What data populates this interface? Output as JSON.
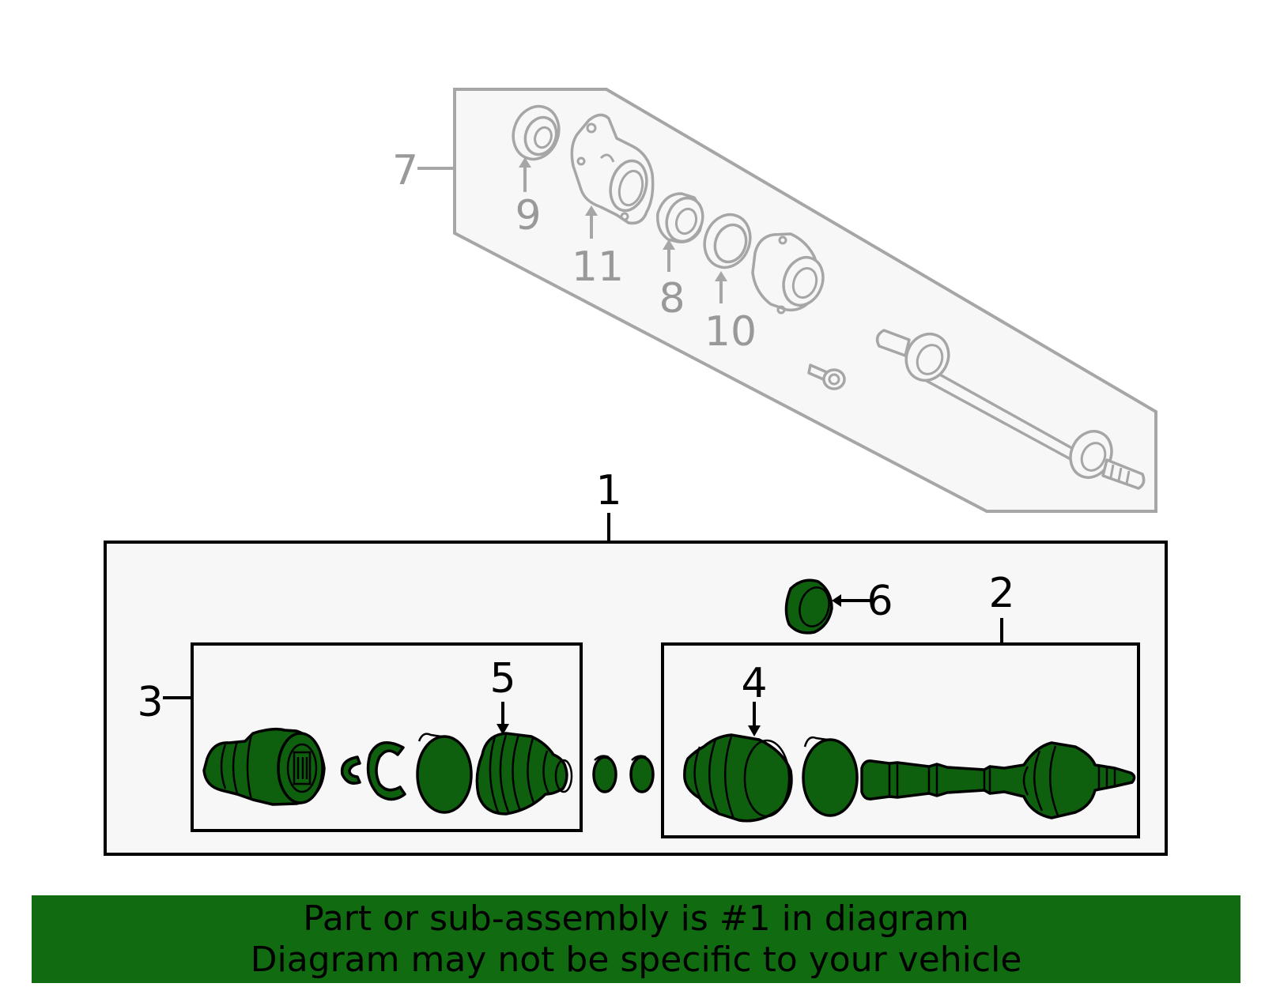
{
  "callouts": {
    "c1": "1",
    "c2": "2",
    "c3": "3",
    "c4": "4",
    "c5": "5",
    "c6": "6",
    "c7": "7",
    "c8": "8",
    "c9": "9",
    "c10": "10",
    "c11": "11"
  },
  "banner": {
    "line1": "Part or sub-assembly is #1 in diagram",
    "line2": "Diagram may not be specific to your vehicle"
  },
  "colors": {
    "highlight_part": "#0e5f0e",
    "banner_bg": "#116b11",
    "secondary_group": "#a6a6a6"
  }
}
